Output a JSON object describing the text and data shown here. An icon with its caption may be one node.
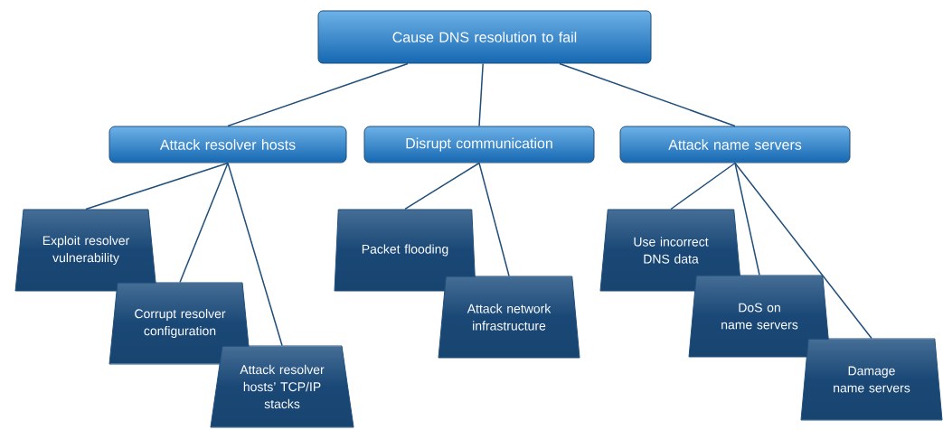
{
  "diagram": {
    "nodes": [
      {
        "text": [
          "Cause DNS resolution to fail"
        ]
      },
      {
        "text": [
          "Attack resolver hosts"
        ]
      },
      {
        "text": [
          "Disrupt communication"
        ]
      },
      {
        "text": [
          "Attack name servers"
        ]
      },
      {
        "text": [
          "Exploit resolver vulnerability"
        ]
      },
      {
        "text": [
          "Corrupt resolver configuration"
        ]
      },
      {
        "text": [
          "Attack resolver hosts’ TCP/IP stacks"
        ]
      },
      {
        "text": [
          "Packet flooding"
        ]
      },
      {
        "text": [
          "Attack network infrastructure"
        ]
      },
      {
        "text": [
          "Use incorrect DNS data"
        ]
      },
      {
        "text": [
          "DoS on name servers"
        ]
      },
      {
        "text": [
          "Damage name servers"
        ]
      }
    ],
    "edges": [
      {
        "from": 0,
        "to": 1,
        "arrow": "none"
      },
      {
        "from": 0,
        "to": 2,
        "arrow": "none"
      },
      {
        "from": 0,
        "to": 3,
        "arrow": "none"
      },
      {
        "from": 1,
        "to": 4,
        "arrow": "none"
      },
      {
        "from": 1,
        "to": 5,
        "arrow": "none"
      },
      {
        "from": 1,
        "to": 6,
        "arrow": "none"
      },
      {
        "from": 2,
        "to": 7,
        "arrow": "none"
      },
      {
        "from": 2,
        "to": 8,
        "arrow": "none"
      },
      {
        "from": 3,
        "to": 9,
        "arrow": "none"
      },
      {
        "from": 3,
        "to": 10,
        "arrow": "none"
      },
      {
        "from": 3,
        "to": 11,
        "arrow": "none"
      }
    ]
  }
}
